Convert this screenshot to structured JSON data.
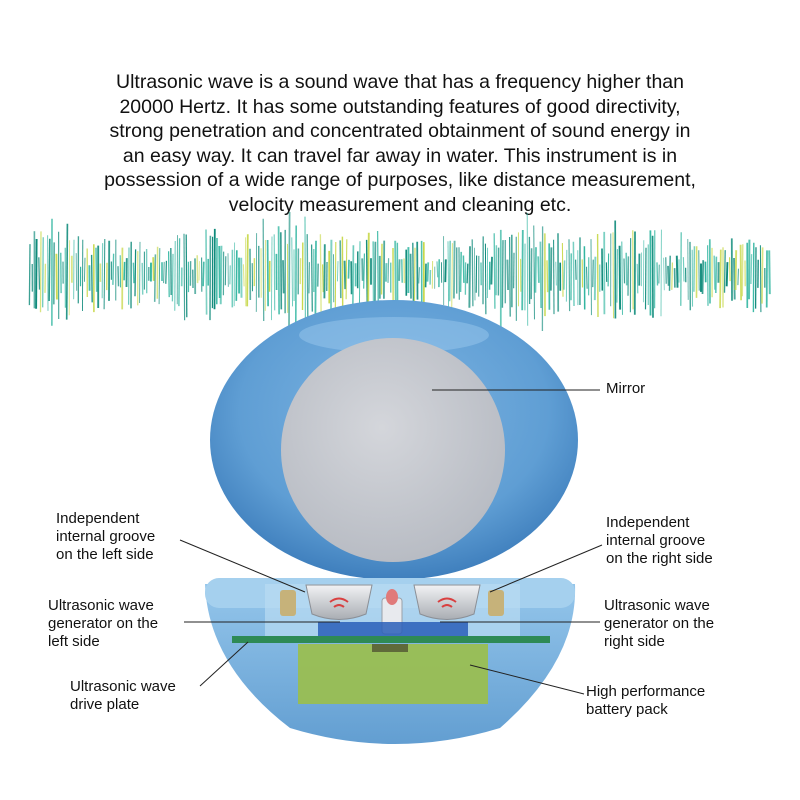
{
  "intro": {
    "lines": [
      "Ultrasonic wave is a sound wave that has a frequency higher than",
      "20000 Hertz. It has some outstanding features of good directivity,",
      "strong penetration and concentrated obtainment of sound energy in",
      "an easy way. It can travel far away in water. This instrument is in",
      "possession of  a wide range of purposes, like distance measurement,",
      "velocity measurement and cleaning etc."
    ]
  },
  "colors": {
    "wave_dark": "#0d8a7a",
    "wave_mid": "#2fb5a0",
    "wave_light": "#c8d84a",
    "shell_blue": "#5f9ed4",
    "mirror_gray": "#c9ccd3",
    "board_green": "#2e8a55",
    "battery_green": "#9bbf4a"
  },
  "labels": {
    "mirror": [
      "Mirror"
    ],
    "groove_left": [
      "Independent",
      "internal groove",
      "on the left side"
    ],
    "groove_right": [
      "Independent",
      "internal groove",
      "on the right side"
    ],
    "generator_left": [
      "Ultrasonic wave",
      "generator on the",
      "left side"
    ],
    "generator_right": [
      "Ultrasonic wave",
      "generator on the",
      "right side"
    ],
    "drive_plate": [
      "Ultrasonic wave",
      "drive plate"
    ],
    "battery": [
      "High performance",
      "battery pack"
    ]
  }
}
